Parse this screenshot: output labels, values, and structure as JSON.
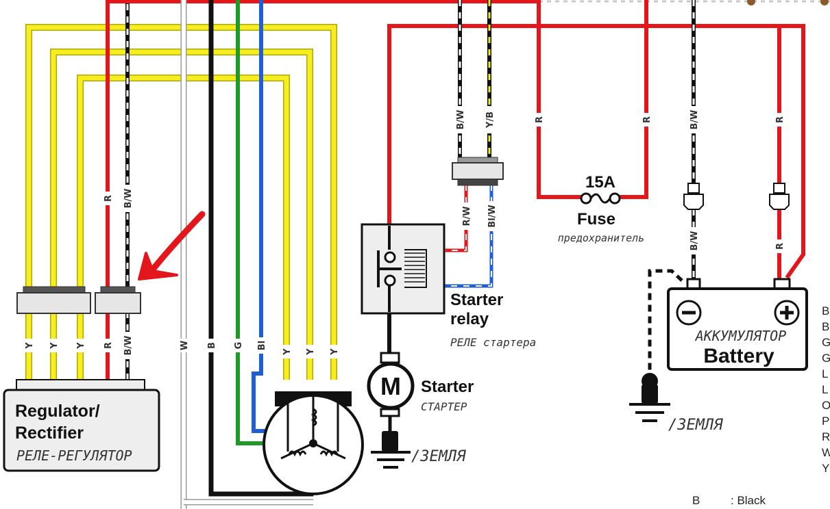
{
  "components": {
    "regulator": {
      "title_line1": "Regulator/",
      "title_line2": "Rectifier",
      "subtitle": "РЕЛЕ-РЕГУЛЯТОР"
    },
    "starter_relay": {
      "title_line1": "Starter",
      "title_line2": "relay",
      "subtitle": "РЕЛЕ стартера"
    },
    "starter": {
      "title": "Starter",
      "subtitle": "СТАРТЕР",
      "symbol": "M"
    },
    "fuse": {
      "rating": "15A",
      "title": "Fuse",
      "subtitle": "предохранитель"
    },
    "battery": {
      "subtitle": "АККУМУЛЯТОР",
      "title": "Battery",
      "minus": "−",
      "plus": "+"
    },
    "ground_labels": [
      "/ЗЕМЛЯ",
      "/ЗЕМЛЯ"
    ]
  },
  "wire_labels": {
    "reg_y1": "Y",
    "reg_y2": "Y",
    "reg_y3": "Y",
    "reg_r_bottom": "R",
    "reg_bw_bottom": "B/W",
    "reg_r_top": "R",
    "reg_bw_top": "B/W",
    "gen_w": "W",
    "gen_b": "B",
    "gen_g": "G",
    "gen_bl": "Bl",
    "gen_y1": "Y",
    "gen_y2": "Y",
    "gen_y3": "Y",
    "relay_bw": "B/W",
    "relay_yb": "Y/B",
    "relay_rw": "R/W",
    "relay_blw": "Bl/W",
    "fuse_r_left": "R",
    "fuse_r_right": "R",
    "bat_bw_top": "B/W",
    "bat_bw_bottom": "B/W",
    "bat_r_top": "R",
    "bat_r_bottom": "R"
  },
  "legend": {
    "partial_codes": [
      "B",
      "B",
      "G",
      "G",
      "L",
      "L",
      "O",
      "P",
      "R",
      "W",
      "Y"
    ],
    "bottom_code": "B",
    "bottom_text": ": Black"
  },
  "colors": {
    "red": "#e3161b",
    "yellow": "#f6ee1e",
    "black": "#111111",
    "green": "#1f9a29",
    "blue": "#1e5ed8",
    "white_wire": "#d9d9d9",
    "connector": "#e6e6e6",
    "annotation_arrow": "#e3161b"
  }
}
